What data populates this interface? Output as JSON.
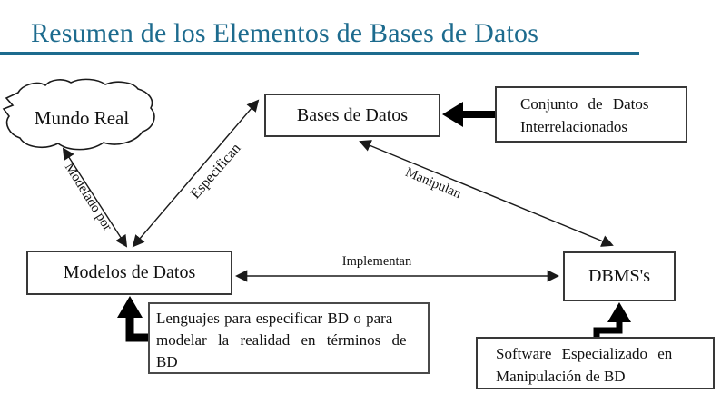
{
  "slide": {
    "title": "Resumen de los Elementos de Bases de Datos",
    "accent_color": "#1d6b8e"
  },
  "diagram": {
    "cloud": {
      "label": "Mundo Real"
    },
    "boxes": {
      "bases": {
        "label": "Bases de Datos"
      },
      "modelos": {
        "label": "Modelos de Datos"
      },
      "dbms": {
        "label": "DBMS's"
      },
      "conjunto": {
        "lines": [
          "Conjunto de Datos",
          "Interrelacionados"
        ]
      },
      "lenguajes": {
        "lines": [
          "Lenguajes para especificar BD o para",
          "modelar la realidad en términos de",
          "BD"
        ]
      },
      "software": {
        "lines": [
          "Software Especializado en",
          "Manipulación de BD"
        ]
      }
    },
    "edge_labels": {
      "modelado": "Modelado por",
      "especifican": "Especifican",
      "manipulan": "Manipulan",
      "implementan": "Implementan"
    }
  }
}
